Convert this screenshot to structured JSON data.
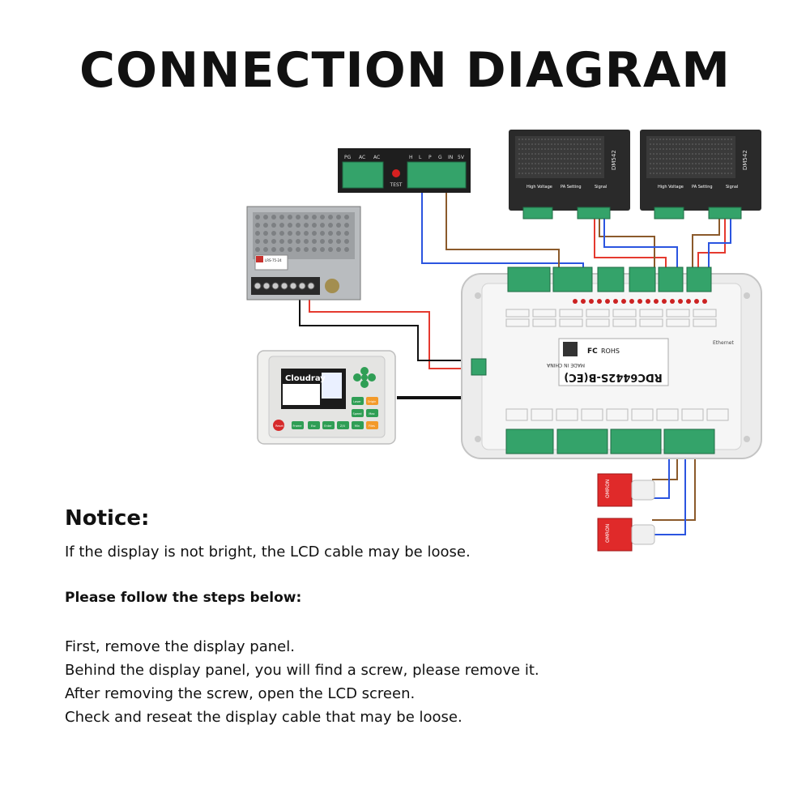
{
  "title": "CONNECTION DIAGRAM",
  "devices": {
    "psu_terminal_labels": [
      "PG",
      "AC",
      "AC"
    ],
    "psu_signal_labels": [
      "H",
      "L",
      "P",
      "G",
      "IN",
      "5V"
    ],
    "psu_test_label": "TEST",
    "driver_brand_text": "DM542",
    "driver_section_labels": [
      "High Voltage",
      "PA Setting",
      "Signal"
    ],
    "power_supply_model": "LRS-75-24",
    "controller_model": "RDC6442S-B(EC)",
    "controller_certs": [
      "FC",
      "ROHS"
    ],
    "controller_made_in": "MADE IN CHINA",
    "controller_port_ethernet": "Ethernet",
    "display_brand": "Cloudray",
    "display_buttons": [
      "Reset",
      "Frame",
      "Esc",
      "Enter",
      "Z/U",
      "Laser",
      "Speed",
      "Max",
      "Min",
      "Origin",
      "Files"
    ],
    "switch_brand": "OMRON"
  },
  "notice": {
    "heading": "Notice:",
    "intro": "If the display is not bright, the LCD cable may be loose.",
    "steps_heading": "Please follow the steps below:",
    "steps": [
      "First, remove the display panel.",
      "Behind the display panel, you will find a screw, please remove it.",
      "After removing the screw, open the LCD screen.",
      "Check and reseat the display cable that may be loose."
    ]
  },
  "colors": {
    "wire_red": "#e53a2f",
    "wire_blue": "#2b55e0",
    "wire_brown": "#8b5a2b",
    "wire_black": "#111111",
    "terminal_green": "#34a36a",
    "driver_body": "#2a2a2a",
    "sensor_red": "#e02a2a"
  }
}
